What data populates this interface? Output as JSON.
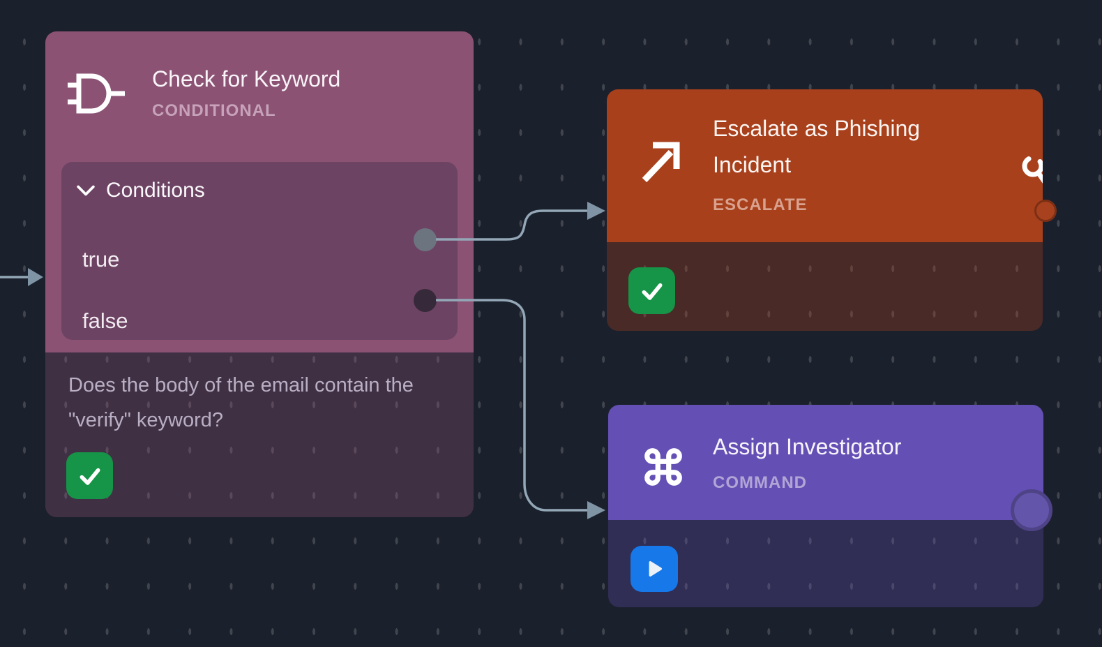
{
  "canvas": {
    "background_color": "#1b202d",
    "dot_color": "#41454e",
    "edge_color": "#93a7b6",
    "arrowhead_color": "#7f94a5"
  },
  "nodes": {
    "conditional": {
      "title": "Check for Keyword",
      "type_label": "CONDITIONAL",
      "icon": "logic-gate-icon",
      "accent_color": "#8b5274",
      "panel": {
        "label": "Conditions",
        "collapse_icon": "chevron-down-icon",
        "outputs": [
          {
            "label": "true",
            "port_color": "#6c7480"
          },
          {
            "label": "false",
            "port_color": "#362939"
          }
        ]
      },
      "description": "Does the body of the email contain the \"verify\" keyword?",
      "status": {
        "icon": "check-icon",
        "color": "#169447"
      }
    },
    "escalate": {
      "title": "Escalate as Phishing Incident",
      "type_label": "ESCALATE",
      "icon": "arrow-up-right-icon",
      "accent_color": "#a8401c",
      "status": {
        "icon": "check-icon",
        "color": "#169447"
      },
      "edge_glyph": "clipped-ring-icon",
      "output_port_color": "#a8411d"
    },
    "command": {
      "title": "Assign Investigator",
      "type_label": "COMMAND",
      "icon": "command-icon",
      "accent_color": "#6450b4",
      "status": {
        "icon": "play-icon",
        "color": "#1778e9"
      },
      "output_port_color": "#6355a9"
    }
  },
  "edges": [
    {
      "from": "offscreen-left",
      "to": "conditional"
    },
    {
      "from": "conditional.true",
      "to": "escalate"
    },
    {
      "from": "conditional.false",
      "to": "command"
    }
  ]
}
